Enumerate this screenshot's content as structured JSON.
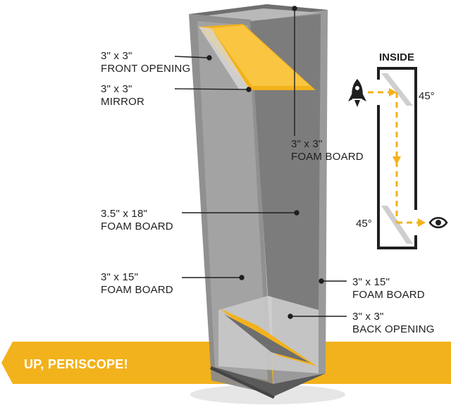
{
  "labels": {
    "front_opening": [
      "3\" x 3\"",
      "FRONT OPENING"
    ],
    "mirror": [
      "3\" x 3\"",
      "MIRROR"
    ],
    "foam_3x3": [
      "3\" x 3\"",
      "FOAM BOARD"
    ],
    "foam_35x18": [
      "3.5\" x 18\"",
      "FOAM BOARD"
    ],
    "foam_3x15_left": [
      "3\" x 15\"",
      "FOAM BOARD"
    ],
    "foam_3x15_right": [
      "3\" x 15\"",
      "FOAM BOARD"
    ],
    "back_opening": [
      "3\" x 3\"",
      "BACK OPENING"
    ]
  },
  "banner": {
    "text": "UP, PERISCOPE!"
  },
  "inside_diagram": {
    "title": "INSIDE",
    "angle_top": "45°",
    "angle_bottom": "45°",
    "top_icon": "rocket-icon",
    "bottom_icon": "eye-icon"
  },
  "colors": {
    "accent": "#f2b21b",
    "box_gray": "#8e8e8e",
    "dark_gray": "#5c5c5c",
    "text": "#1f1f1f"
  }
}
